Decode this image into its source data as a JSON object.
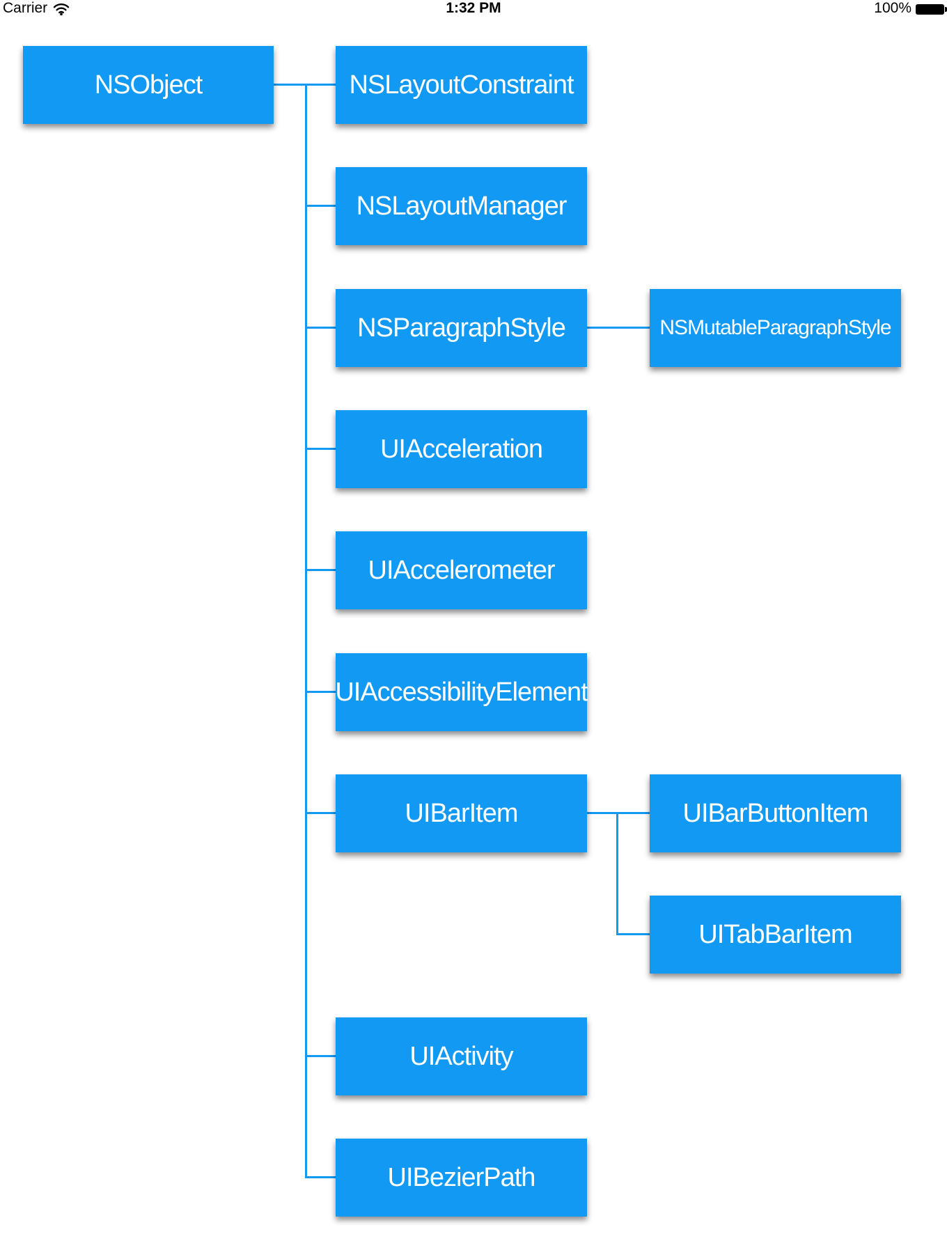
{
  "status_bar": {
    "carrier": "Carrier",
    "time": "1:32 PM",
    "battery_percent": "100%",
    "icons": {
      "wifi": "wifi-icon",
      "battery": "battery-full-icon"
    }
  },
  "colors": {
    "node_fill": "#1299F3",
    "connector_line": "#1299F3",
    "node_text": "#FFFFFF",
    "status_text": "#000000",
    "background": "#FFFFFF"
  },
  "hierarchy": {
    "root": {
      "label": "NSObject"
    },
    "children": [
      {
        "label": "NSLayoutConstraint"
      },
      {
        "label": "NSLayoutManager"
      },
      {
        "label": "NSParagraphStyle",
        "children": [
          {
            "label": "NSMutableParagraphStyle"
          }
        ]
      },
      {
        "label": "UIAcceleration"
      },
      {
        "label": "UIAccelerometer"
      },
      {
        "label": "UIAccessibilityElement"
      },
      {
        "label": "UIBarItem",
        "children": [
          {
            "label": "UIBarButtonItem"
          },
          {
            "label": "UITabBarItem"
          }
        ]
      },
      {
        "label": "UIActivity"
      },
      {
        "label": "UIBezierPath"
      }
    ]
  }
}
